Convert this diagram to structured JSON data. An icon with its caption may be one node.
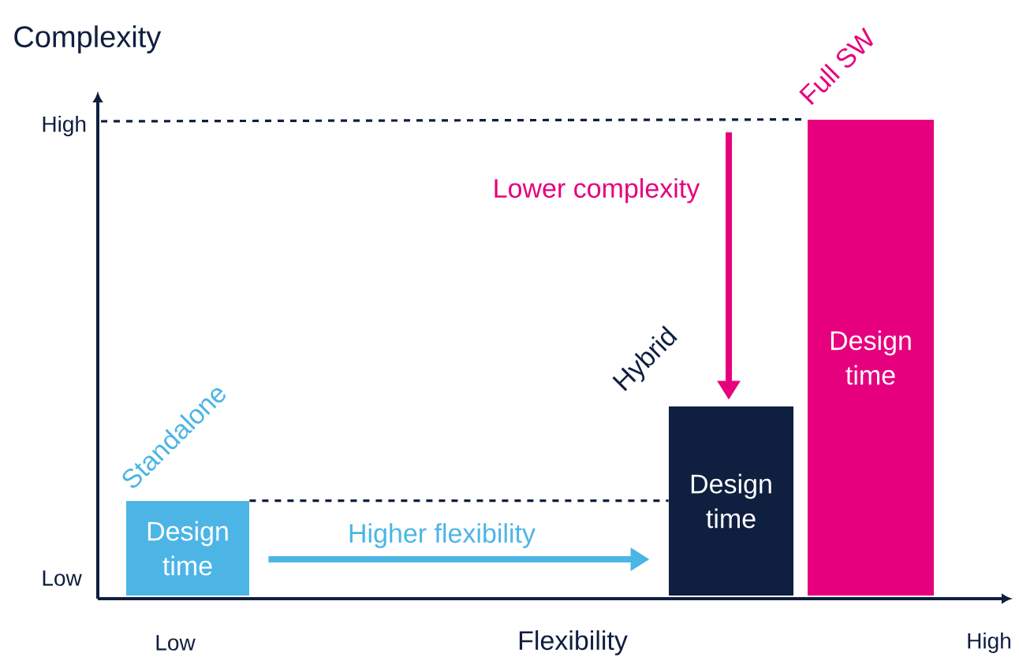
{
  "diagram": {
    "nodes": [
      {
        "text": [
          "Design time"
        ],
        "beside": [
          "Standalone"
        ]
      },
      {
        "text": [
          "Design time"
        ],
        "beside": [
          "Hybrid"
        ]
      },
      {
        "text": [
          "Design time"
        ],
        "beside": [
          "Full SW"
        ]
      }
    ],
    "edges": [
      {
        "from": 0,
        "to": 1,
        "arrow": "to",
        "label": "Higher flexibility",
        "style": "thick",
        "color": "#4cb5e6"
      },
      {
        "from": null,
        "to": 1,
        "arrow": "to",
        "label": "Lower complexity",
        "style": "thick",
        "color": "#e6007e"
      },
      {
        "from": 0,
        "to": 1,
        "arrow": "none",
        "style": "dashed",
        "color": "#0f1f3f"
      },
      {
        "from": null,
        "to": 2,
        "arrow": "none",
        "style": "dashed",
        "color": "#0f1f3f"
      }
    ],
    "labels": [
      "Complexity",
      "High",
      "Low",
      "Low",
      "Flexibility",
      "High"
    ]
  }
}
